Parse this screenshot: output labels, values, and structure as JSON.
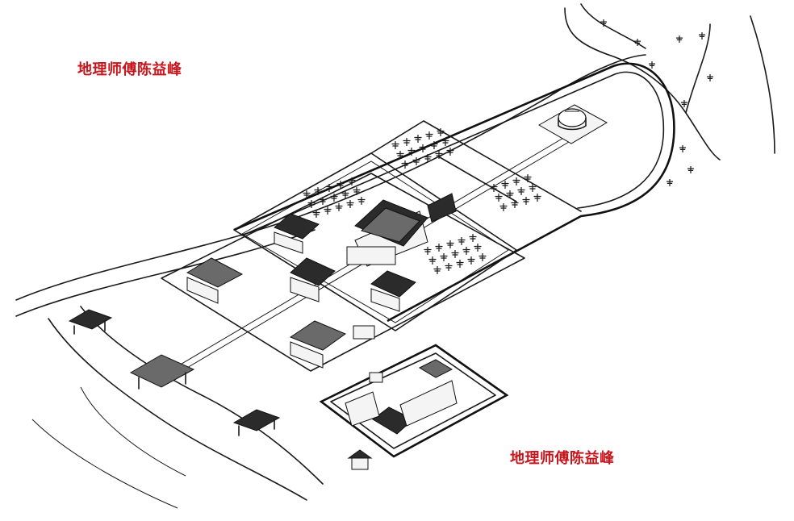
{
  "watermarks": {
    "top": "地理师傅陈益峰",
    "bottom": "地理师傅陈益峰"
  },
  "colors": {
    "watermark": "#c4161c",
    "ink": "#1a1a1a",
    "paper": "#ffffff"
  },
  "illustration": {
    "style": "line drawing",
    "elements": [
      "outer-curved-wall",
      "road-curves",
      "main-compound",
      "mound-pavilion",
      "main-hall",
      "side-halls",
      "tree-rows",
      "gate-bridges",
      "detached-compound",
      "small-shrine"
    ]
  }
}
